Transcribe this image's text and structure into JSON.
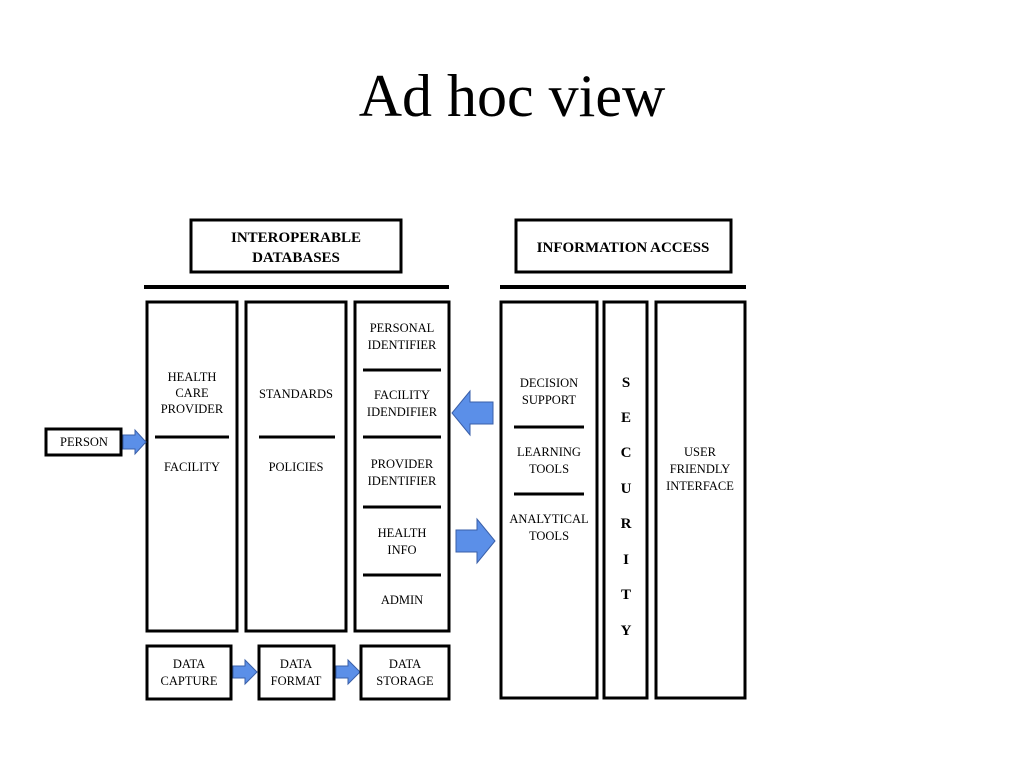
{
  "slide": {
    "title": "Ad hoc view"
  },
  "headers": {
    "interoperable": [
      "INTEROPERABLE",
      "DATABASES"
    ],
    "information_access": [
      "INFORMATION ACCESS"
    ]
  },
  "person": {
    "label": "PERSON"
  },
  "columns": {
    "col1_top": [
      "HEALTH",
      "CARE",
      "PROVIDER"
    ],
    "col1_bottom": [
      "FACILITY"
    ],
    "col2_top": [
      "STANDARDS"
    ],
    "col2_bottom": [
      "POLICIES"
    ],
    "col3_sections": [
      [
        "PERSONAL",
        "IDENTIFIER"
      ],
      [
        "FACILITY",
        "IDENDIFIER"
      ],
      [
        "PROVIDER",
        "IDENTIFIER"
      ],
      [
        "HEALTH",
        "INFO"
      ],
      [
        "ADMIN"
      ]
    ],
    "col4_sections": [
      [
        "DECISION",
        "SUPPORT"
      ],
      [
        "LEARNING",
        "TOOLS"
      ],
      [
        "ANALYTICAL",
        "TOOLS"
      ]
    ],
    "security_letters": [
      "S",
      "E",
      "C",
      "U",
      "R",
      "I",
      "T",
      "Y"
    ],
    "user_interface": [
      "USER",
      "FRIENDLY",
      "INTERFACE"
    ]
  },
  "flow": {
    "data_capture": [
      "DATA",
      "CAPTURE"
    ],
    "data_format": [
      "DATA",
      "FORMAT"
    ],
    "data_storage": [
      "DATA",
      "STORAGE"
    ]
  },
  "colors": {
    "arrow_fill": "#5b8fe8",
    "arrow_stroke": "#3a5fa8",
    "ink": "#000000"
  }
}
